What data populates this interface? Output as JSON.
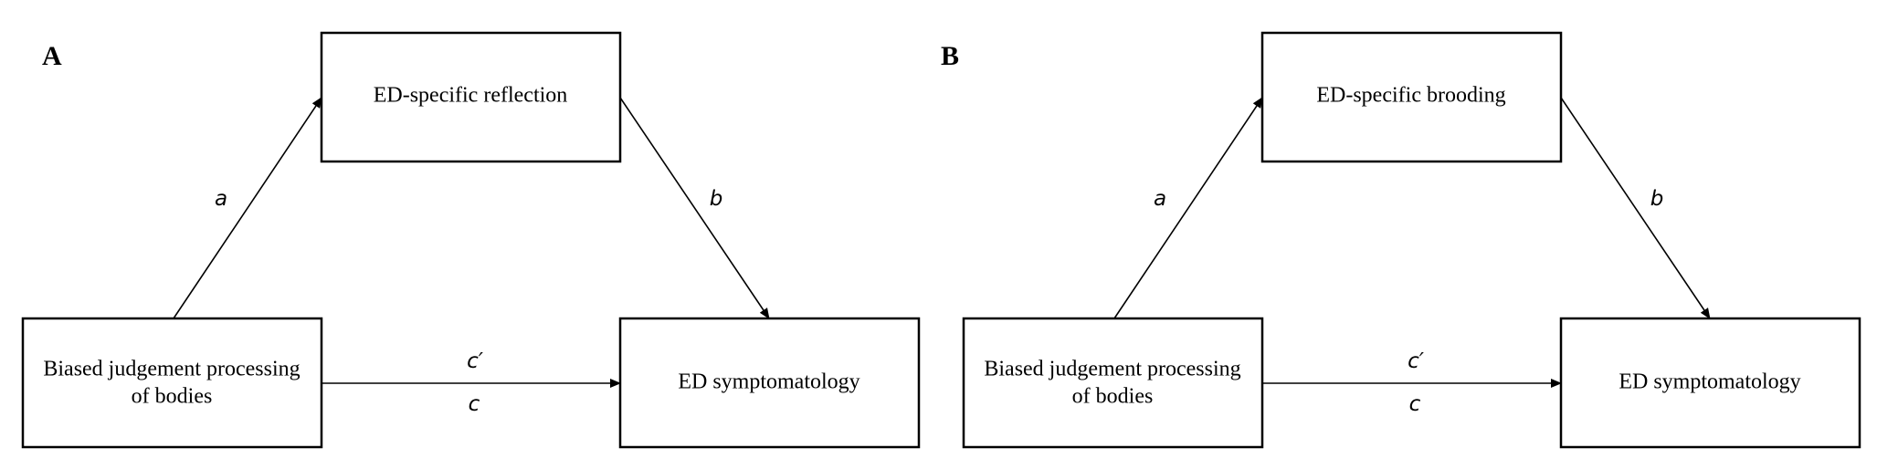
{
  "panels": [
    {
      "letter": "A",
      "mediator": "ED-specific reflection",
      "predictor_line1": "Biased judgement processing",
      "predictor_line2": "of bodies",
      "outcome": "ED symptomatology",
      "path_a": "a",
      "path_b": "b",
      "path_c_prime": "c′",
      "path_c": "c"
    },
    {
      "letter": "B",
      "mediator": "ED-specific brooding",
      "predictor_line1": "Biased judgement processing",
      "predictor_line2": "of bodies",
      "outcome": "ED symptomatology",
      "path_a": "a",
      "path_b": "b",
      "path_c_prime": "c′",
      "path_c": "c"
    }
  ]
}
